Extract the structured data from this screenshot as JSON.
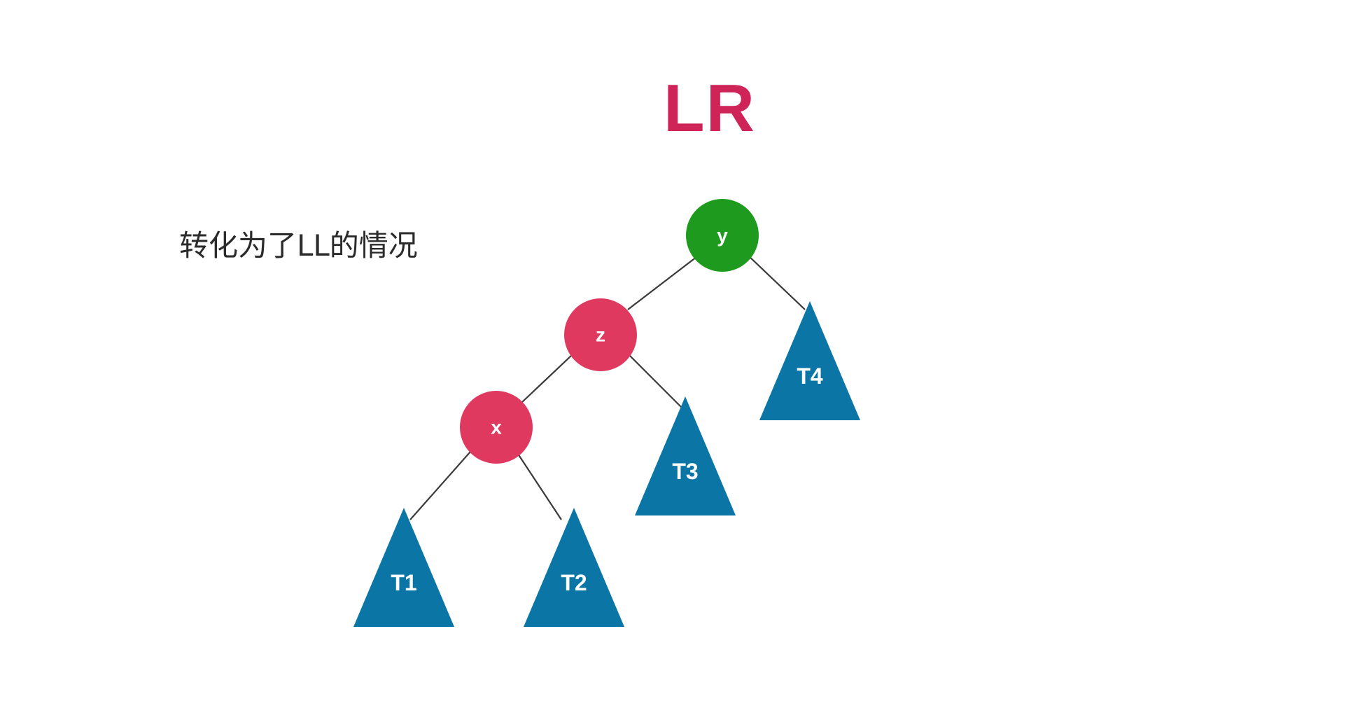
{
  "title": "LR",
  "note": "转化为了LL的情况",
  "colors": {
    "title": "#cf2457",
    "root_node": "#1e9a1e",
    "unbalanced_node": "#e0395f",
    "subtree": "#0b76a6"
  },
  "nodes": {
    "y": "y",
    "z": "z",
    "x": "x"
  },
  "subtrees": {
    "t1": "T1",
    "t2": "T2",
    "t3": "T3",
    "t4": "T4"
  }
}
